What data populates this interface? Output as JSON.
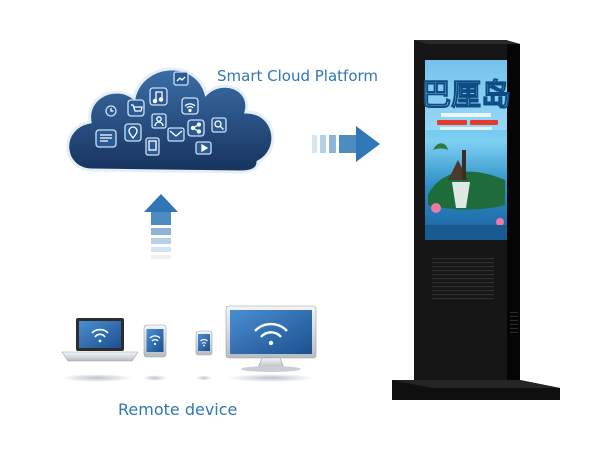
{
  "labels": {
    "cloud": "Smart Cloud Platform",
    "remote": "Remote device"
  },
  "poster": {
    "title": "巴厘岛"
  },
  "colors": {
    "accent": "#2f77b5",
    "cloud_fill": "#244f86",
    "kiosk_body": "#141414"
  },
  "icons": [
    "cart-icon",
    "music-icon",
    "image-icon",
    "wifi-icon",
    "location-icon",
    "user-icon",
    "mail-icon",
    "share-icon",
    "search-icon",
    "chat-icon",
    "phone-icon",
    "video-icon",
    "clock-icon"
  ],
  "devices": [
    "laptop",
    "tablet",
    "phone",
    "monitor"
  ]
}
